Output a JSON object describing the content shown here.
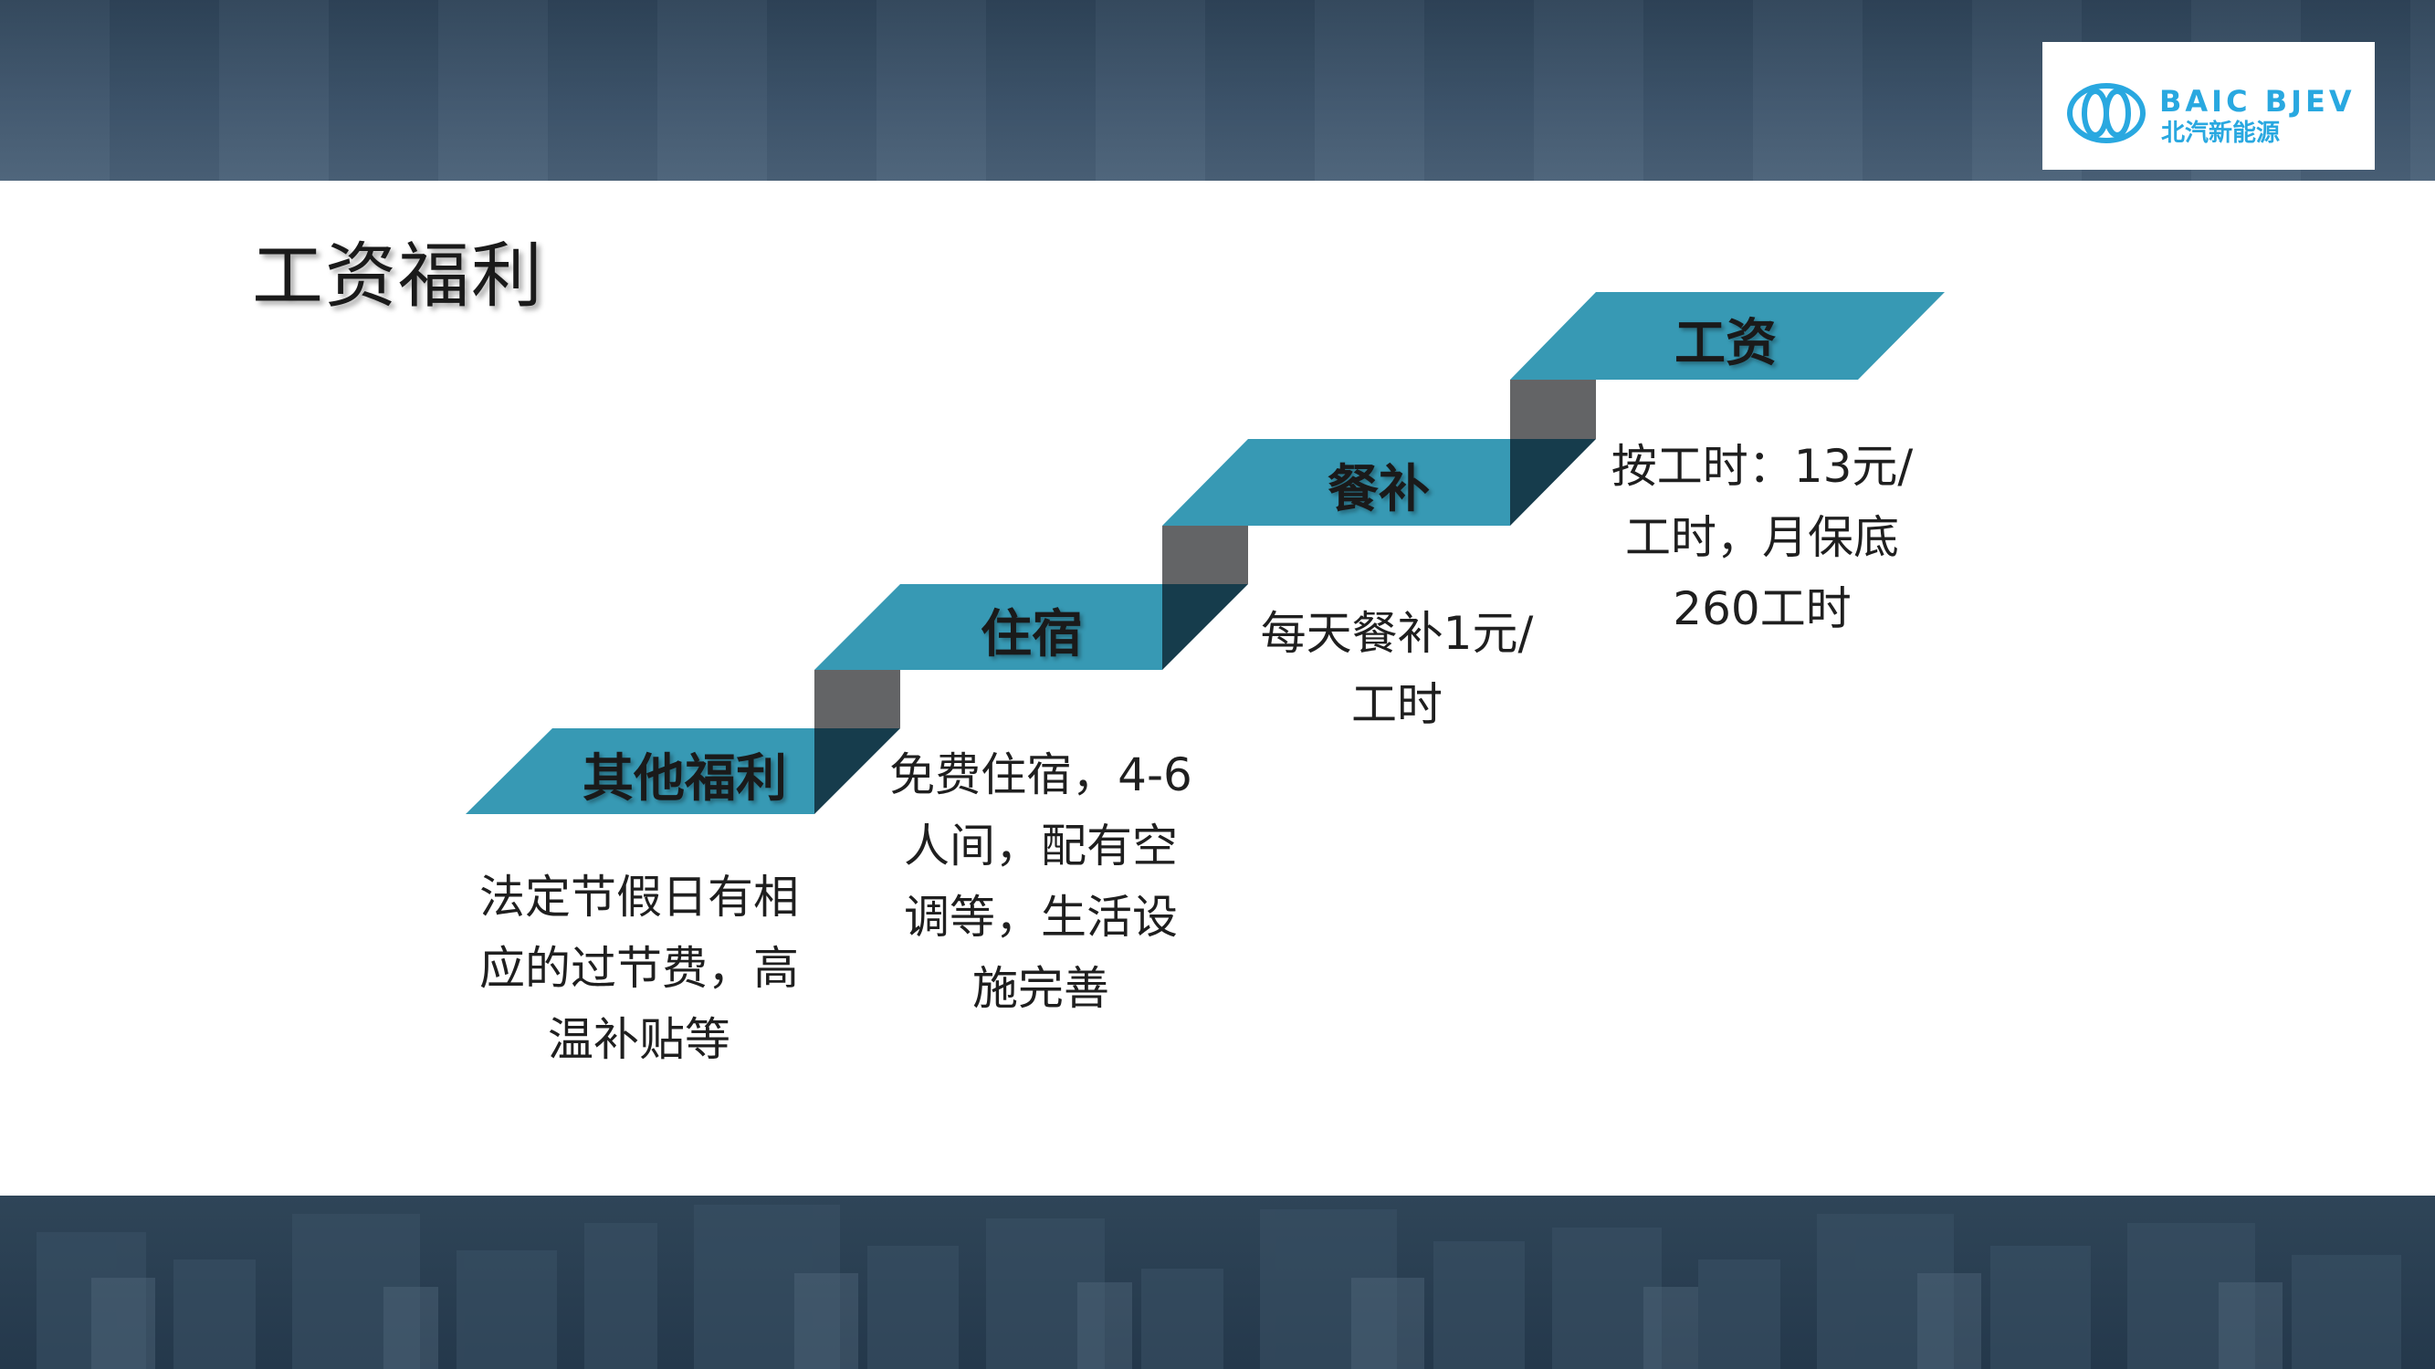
{
  "title": "工资福利",
  "logo": {
    "text_en": "BAIC BJEV",
    "text_cn": "北汽新能源",
    "color": "#29a8e0"
  },
  "colors": {
    "step_top": "#3799b4",
    "step_riser": "#636466",
    "step_shadow": "#163c4c",
    "banner": "#3a5068"
  },
  "steps": [
    {
      "label": "其他福利",
      "desc_lines": [
        "法定节假日有相",
        "应的过节费，高",
        "温补贴等"
      ]
    },
    {
      "label": "住宿",
      "desc_lines": [
        "免费住宿，4-6",
        "人间，配有空",
        "调等，生活设",
        "施完善"
      ]
    },
    {
      "label": "餐补",
      "desc_lines": [
        "每天餐补1元/",
        "工时"
      ]
    },
    {
      "label": "工资",
      "desc_lines": [
        "按工时：13元/",
        "工时，月保底",
        "260工时"
      ]
    }
  ]
}
